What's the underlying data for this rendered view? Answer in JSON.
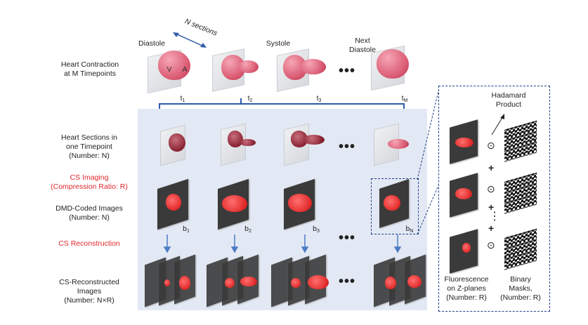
{
  "left_labels": {
    "heart_contraction": "Heart Contraction\nat M Timepoints",
    "heart_sections": "Heart Sections in\none Timepoint\n(Number: N)",
    "cs_imaging": "CS Imaging\n(Compression Ratio: R)",
    "dmd_coded": "DMD-Coded Images\n(Number: N)",
    "cs_reconstruction": "CS Reconstruction",
    "cs_reconstructed": "CS-Reconstructed\nImages\n(Number: N×R)"
  },
  "top": {
    "diastole": "Diastole",
    "n_sections": "N sections",
    "systole": "Systole",
    "next_diastole": "Next\nDiastole",
    "chamber_v": "V",
    "chamber_a": "A",
    "ellipsis": "•••",
    "timepoints": [
      "t1",
      "t2",
      "t3",
      "tM"
    ]
  },
  "b_labels": [
    "b1",
    "b2",
    "b3",
    "bN"
  ],
  "ellipsis": "•••",
  "right_panel": {
    "hadamard": "Hadamard\nProduct",
    "odot": "⊙",
    "plus": "+",
    "vdots": "⋮",
    "fluorescence": "Fluorescence\non Z-planes\n(Number: R)",
    "binary_masks": "Binary\nMasks,\n(Number: R)"
  },
  "colors": {
    "panel": "#e3e9f4",
    "bracket": "#2e5aa8",
    "red_text": "#e0262c",
    "arrow": "#4d7cc4"
  }
}
